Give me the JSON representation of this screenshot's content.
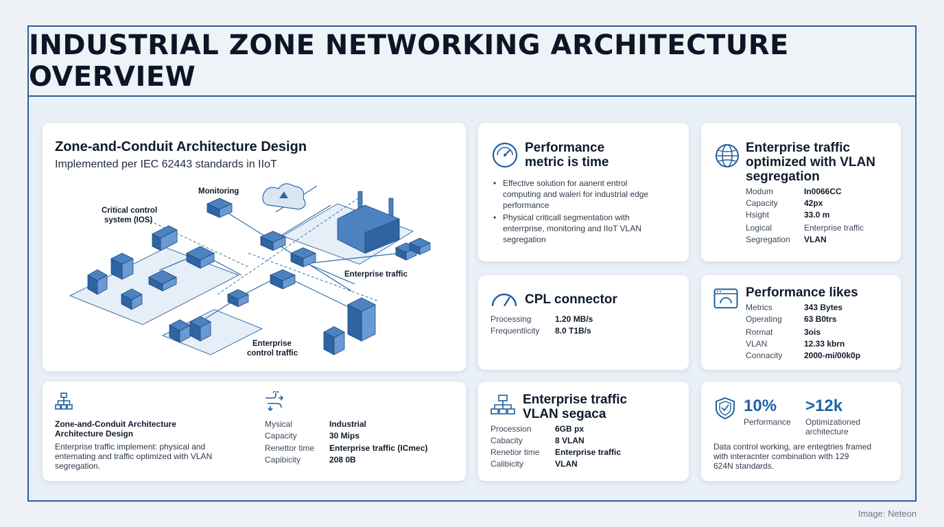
{
  "title": "INDUSTRIAL ZONE NETWORKING ARCHITECTURE OVERVIEW",
  "main_card": {
    "heading": "Zone-and-Conduit Architecture Design",
    "subheading": "Implemented per IEC 62443 standards in IIoT",
    "diagram_labels": {
      "monitoring": "Monitoring",
      "critical_line1": "Critical control",
      "critical_line2": "system (IOS)",
      "enterprise_traffic": "Enterprise traffic",
      "enterprise_control_line1": "Enterprise",
      "enterprise_control_line2": "control traffic"
    }
  },
  "perf_time_card": {
    "title_line1": "Performance",
    "title_line2": "metric is time",
    "bullets": [
      [
        "Effective solution for aanent entrol",
        "computing and waleri for industrial edge",
        "performance"
      ],
      [
        "Physical criticall segmentation with",
        "enterrprise, monitoring and IIoT VLAN",
        "segregation"
      ]
    ]
  },
  "vlan_card": {
    "title_line1": "Enterprise traffic",
    "title_line2": "optimized with VLAN",
    "title_line3": "segregation",
    "rows": [
      {
        "label": "Modum",
        "value": "In0066CC"
      },
      {
        "label": "Capacity",
        "value": "42px"
      },
      {
        "label": "Hsight",
        "value": "33.0 m"
      }
    ],
    "logical": {
      "label1": "Logical",
      "label2": "Segregation",
      "value1": "Enterprise traffic",
      "value2": "VLAN"
    }
  },
  "cpl_card": {
    "title": "CPL connector",
    "rows": [
      {
        "label": "Processing",
        "value": "1.20 MB/s"
      },
      {
        "label": "Frequentlicity",
        "value": "8.0 T1B/s"
      }
    ]
  },
  "perf_likes_card": {
    "title": "Performance likes",
    "rows1": [
      {
        "label": "Metrics",
        "value": "343 Bytes"
      },
      {
        "label": "Operating",
        "value": "63 B0trs"
      }
    ],
    "rows2": [
      {
        "label": "Rormat",
        "value": "3ois"
      },
      {
        "label": "VLAN",
        "value": "12.33 kbrn"
      },
      {
        "label": "Connacity",
        "value": "2000-mi/00k0p"
      }
    ]
  },
  "bottom_left_card": {
    "heading_line1": "Zone-and-Conduit Architecture",
    "heading_line2": "Architecture Design",
    "desc": [
      "Enterprise traffic implement: physical and",
      "entemating and traffic optimized with VLAN",
      "segregation."
    ],
    "rows1": [
      {
        "label": "Mysical",
        "value": "Industrial"
      },
      {
        "label": "Capacity",
        "value": "30 Mips"
      }
    ],
    "rows2": [
      {
        "label": "Renettor time",
        "value": "Enterprise traffic (ICmec)"
      },
      {
        "label": "Capibicity",
        "value": "208 0B"
      }
    ]
  },
  "vlan_segaca_card": {
    "title_line1": "Enterprise traffic",
    "title_line2": "VLAN segaca",
    "rows1": [
      {
        "label": "Procession",
        "value": "6GB px"
      },
      {
        "label": "Cabacity",
        "value": "8 VLAN"
      }
    ],
    "rows2": [
      {
        "label": "Renetior time",
        "value": "Enterprise traffic"
      },
      {
        "label": "Calibicity",
        "value": "VLAN"
      }
    ]
  },
  "stats_card": {
    "stat1_value": "10%",
    "stat1_label": "Performance",
    "stat2_value": ">12k",
    "stat2_label_line1": "Optimizationed",
    "stat2_label_line2": "architecture",
    "desc": [
      "Data control working, are entegtries framed",
      "with interacnter combination with 129",
      "624N standards."
    ]
  },
  "footer": "Image: Neteon",
  "colors": {
    "accent": "#1f5f9e",
    "frame": "#2b5d93",
    "stat": "#1e63a6"
  },
  "icons": [
    "gauge-icon",
    "globe-icon",
    "speedometer-icon",
    "browser-window-icon",
    "org-chart-icon",
    "flow-arrows-icon",
    "network-icon",
    "shield-icon",
    "cloud-icon",
    "factory-icon"
  ]
}
